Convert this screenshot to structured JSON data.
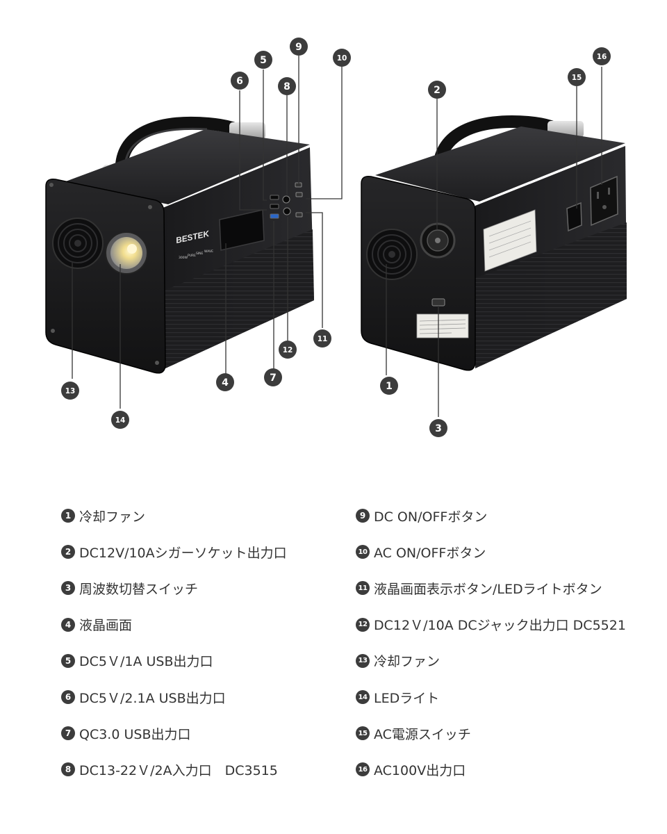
{
  "device": {
    "brand_logo": "BESTEK",
    "lcd_labels": [
      "300W",
      "PURE",
      "SINE",
      "WAVE"
    ]
  },
  "colors": {
    "badge": "#3c3c3c",
    "body_dark": "#1c1c1e",
    "handle_metal": "#c9c9c9",
    "led_yellow": "#f5e08a",
    "usb_blue": "#2a67c9"
  },
  "callouts": [
    "1",
    "2",
    "3",
    "4",
    "5",
    "6",
    "7",
    "8",
    "9",
    "10",
    "11",
    "12",
    "13",
    "14",
    "15",
    "16"
  ],
  "legend": {
    "left": [
      {
        "num": "1",
        "text": "冷却ファン"
      },
      {
        "num": "2",
        "text": "DC12V/10Aシガーソケット出力口"
      },
      {
        "num": "3",
        "text": "周波数切替スイッチ"
      },
      {
        "num": "4",
        "text": "液晶画面"
      },
      {
        "num": "5",
        "text": "DC5Ｖ/1A USB出力口"
      },
      {
        "num": "6",
        "text": "DC5Ｖ/2.1A USB出力口"
      },
      {
        "num": "7",
        "text": "QC3.0 USB出力口"
      },
      {
        "num": "8",
        "text": "DC13-22Ｖ/2A入力口　DC3515"
      }
    ],
    "right": [
      {
        "num": "9",
        "text": "DC ON/OFFボタン"
      },
      {
        "num": "10",
        "text": "AC ON/OFFボタン"
      },
      {
        "num": "11",
        "text": "液晶画面表示ボタン/LEDライトボタン"
      },
      {
        "num": "12",
        "text": "DC12Ｖ/10A DCジャック出力口 DC5521"
      },
      {
        "num": "13",
        "text": "冷却ファン"
      },
      {
        "num": "14",
        "text": "LEDライト"
      },
      {
        "num": "15",
        "text": "AC電源スイッチ"
      },
      {
        "num": "16",
        "text": "AC100V出力口"
      }
    ]
  }
}
